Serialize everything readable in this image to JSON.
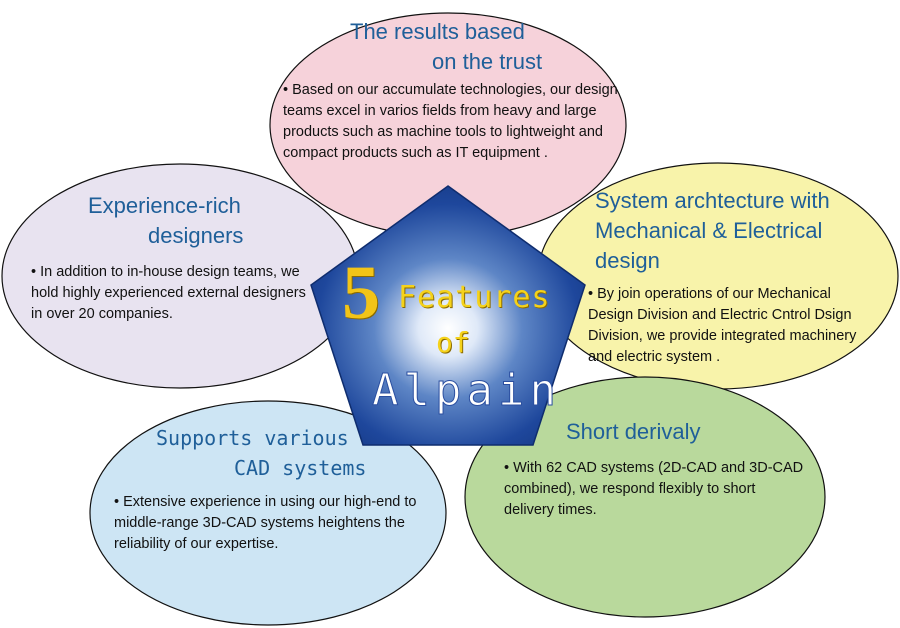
{
  "center": {
    "number": "5",
    "line1": "Features",
    "line2": "of",
    "line3": "Alpain"
  },
  "features": [
    {
      "title_line1": "The results based",
      "title_line2": "on the trust",
      "body": "Based on our accumulate technologies, our design teams excel in varios fields from heavy and large products such as machine tools to lightweight and compact products such as IT equipment .",
      "color": "#f6d2da"
    },
    {
      "title_line1": "System archtecture with",
      "title_line2": "Mechanical & Electrical",
      "title_line3": "design",
      "body": "By join operations of our Mechanical Design Division and Electric Cntrol Dsign Division, we provide integrated machinery and electric system .",
      "color": "#f8f3aa"
    },
    {
      "title_line1": "Short derivaly",
      "body": "With 62 CAD systems (2D-CAD and 3D-CAD combined), we respond flexibly to short delivery times.",
      "color": "#b9d99c"
    },
    {
      "title_line1": "Supports various",
      "title_line2": "CAD systems",
      "body": "Extensive experience in using our high-end to middle-range 3D-CAD systems heightens the reliability of our expertise.",
      "color": "#cde5f4"
    },
    {
      "title_line1": "Experience-rich",
      "title_line2": "designers",
      "body": "In addition to in-house design teams, we hold highly experienced external designers in over 20 companies.",
      "color": "#e8e3f0"
    }
  ],
  "bullet_symbol": "•"
}
